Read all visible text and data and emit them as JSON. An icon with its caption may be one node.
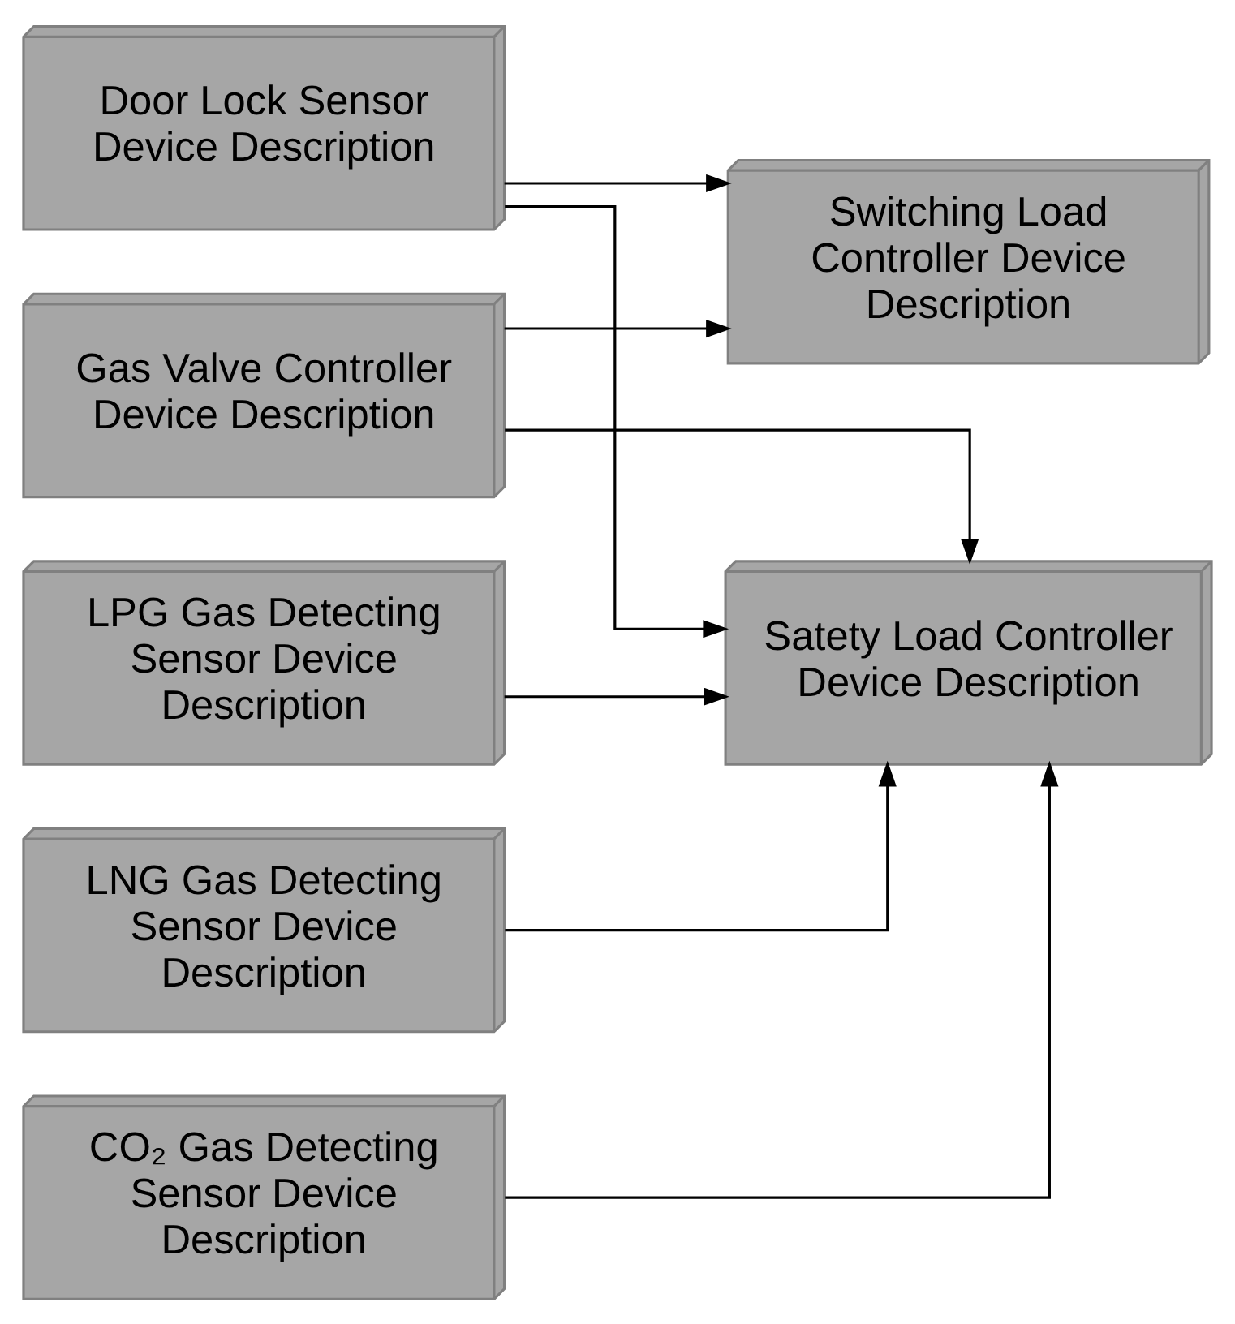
{
  "diagram": {
    "nodes": [
      {
        "text": [
          "Gas Valve Controller Device Description"
        ]
      },
      {
        "text": [
          "Door Lock Sensor Device Description"
        ]
      },
      {
        "text": [
          "LPG Gas Detecting Sensor Device Description"
        ]
      },
      {
        "text": [
          "LNG Gas Detecting Sensor Device Description"
        ]
      },
      {
        "text": [
          "CO₂ Gas Detecting Sensor Device Description"
        ]
      },
      {
        "text": [
          "Switching Load Controller Device Description"
        ]
      },
      {
        "text": [
          "Satety Load Controller Device Description"
        ]
      }
    ],
    "edges": [
      {
        "from": 0,
        "to": 5,
        "arrow": "to"
      },
      {
        "from": 0,
        "to": 6,
        "arrow": "to"
      },
      {
        "from": 1,
        "to": 5,
        "arrow": "to"
      },
      {
        "from": 1,
        "to": 6,
        "arrow": "to"
      },
      {
        "from": 2,
        "to": 6,
        "arrow": "to"
      },
      {
        "from": 3,
        "to": 6,
        "arrow": "to"
      },
      {
        "from": 4,
        "to": 6,
        "arrow": "to"
      }
    ]
  }
}
